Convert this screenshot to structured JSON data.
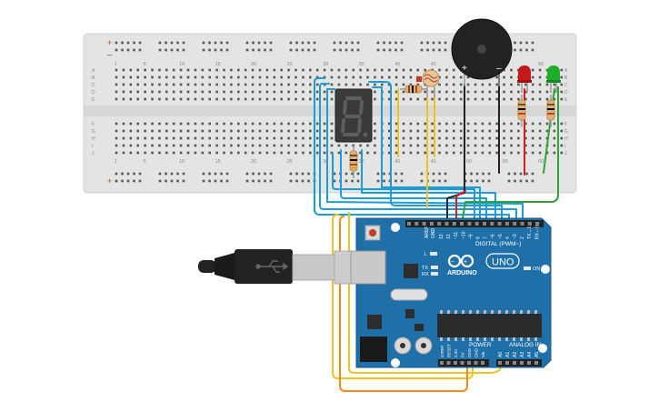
{
  "breadboard": {
    "column_numbers": [
      "1",
      "5",
      "10",
      "15",
      "20",
      "25",
      "30",
      "35",
      "40",
      "45",
      "50",
      "55",
      "60"
    ],
    "row_letters_top": [
      "A",
      "B",
      "C",
      "D",
      "E"
    ],
    "row_letters_bottom": [
      "F",
      "G",
      "H",
      "I",
      "J"
    ],
    "rail_plus": "+",
    "rail_minus": "–"
  },
  "buzzer": {
    "plus_label": "+",
    "minus_label": "–"
  },
  "seven_segment": {
    "digit": "8."
  },
  "arduino": {
    "brand": "ARDUINO",
    "model": "UNO",
    "digital_label": "DIGITAL (PWM~)",
    "power_label": "POWER",
    "analog_label": "ANALOG IN",
    "on_label": "ON",
    "l_label": "L",
    "tx_label": "TX",
    "rx_label": "RX",
    "aref_label": "AREF",
    "gnd_label": "GND",
    "digital_pins": [
      "13",
      "12",
      "~11",
      "~10",
      "~9",
      "8",
      "7",
      "~6",
      "~5",
      "4",
      "~3",
      "2",
      "TX→1",
      "RX←0"
    ],
    "power_pins": [
      "IOREF",
      "RESET",
      "3.3V",
      "5V",
      "GND",
      "GND",
      "Vin"
    ],
    "analog_pins": [
      "A0",
      "A1",
      "A2",
      "A3",
      "A4",
      "A5"
    ]
  },
  "colors": {
    "board_blue": "#1f6fa8",
    "wire_blue": "#1f9bd7",
    "wire_yellow": "#f2c31a",
    "wire_orange": "#f28a1a",
    "wire_red": "#d61f1f",
    "wire_green": "#2ea336",
    "wire_black": "#222222",
    "breadboard": "#e6e6e6",
    "led_red": "#c41919",
    "led_green": "#1fae2a"
  }
}
